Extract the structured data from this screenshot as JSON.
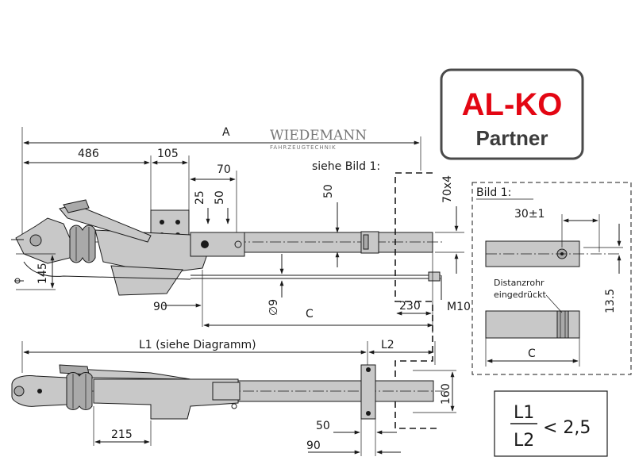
{
  "brand": {
    "logo_text": "AL-KO",
    "partner_label": "Partner",
    "logo_color": "#e30613",
    "partner_color": "#3c3c3c",
    "watermark_main": "WIEDEMANN",
    "watermark_sub": "FAHRZEUGTECHNIK"
  },
  "top_view": {
    "dims": {
      "A": "A",
      "d486": "486",
      "d105": "105",
      "d70": "70",
      "d25": "25",
      "d50v": "50",
      "d50_tube": "50",
      "d70x4": "70x4",
      "d145": "145",
      "d90": "90",
      "d9": "∅9",
      "C": "C",
      "d230": "230",
      "M10": "M10"
    },
    "note_bild": "siehe Bild 1:"
  },
  "detail": {
    "title": "Bild 1:",
    "d30": "30±1",
    "d13_5": "13.5",
    "note_line1": "Distanzrohr",
    "note_line2": "eingedrückt",
    "C": "C"
  },
  "bottom_view": {
    "L1_label": "L1 (siehe Diagramm)",
    "L2_label": "L2",
    "d160": "160",
    "d215": "215",
    "d50": "50",
    "d90": "90"
  },
  "ratio": {
    "numerator": "L1",
    "denominator": "L2",
    "relation": "< 2,5"
  }
}
